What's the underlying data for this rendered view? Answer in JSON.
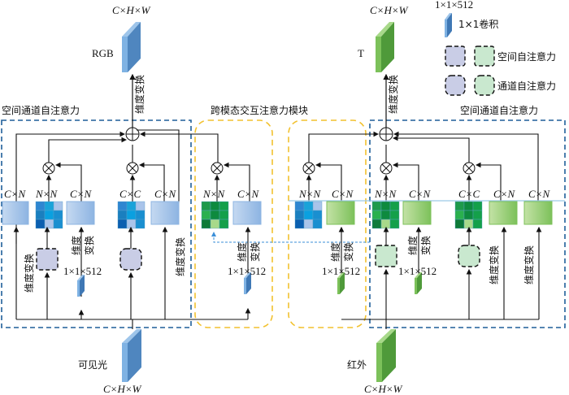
{
  "labels": {
    "chw": "C×H×W",
    "rgb": "RGB",
    "t": "T",
    "visible": "可见光",
    "infrared": "红外",
    "dim_transform": "维度变换",
    "dim_transform_top": "维度",
    "dim_transform_bottom": "变换",
    "conv_size": "1×1×512",
    "cxn": "C×N",
    "nxn": "N×N",
    "cxc": "C×C",
    "left_block_title": "空间通道自注意力",
    "right_block_title": "空间通道自注意力",
    "cross_modal_title": "跨模态交互注意力模块"
  },
  "legend": {
    "conv_size": "1×1×512",
    "conv_label": "1×1卷积",
    "spatial_label": "空间自注意力",
    "channel_label": "通道自注意力"
  },
  "colors": {
    "rgb_blue": "#5b9bd5",
    "ir_green": "#70ad47",
    "block_border": "#1f5f99",
    "cross_border": "#f2c12e",
    "spatial_fill_blue": "#c9cde6",
    "spatial_fill_green": "#c9e8cf"
  }
}
